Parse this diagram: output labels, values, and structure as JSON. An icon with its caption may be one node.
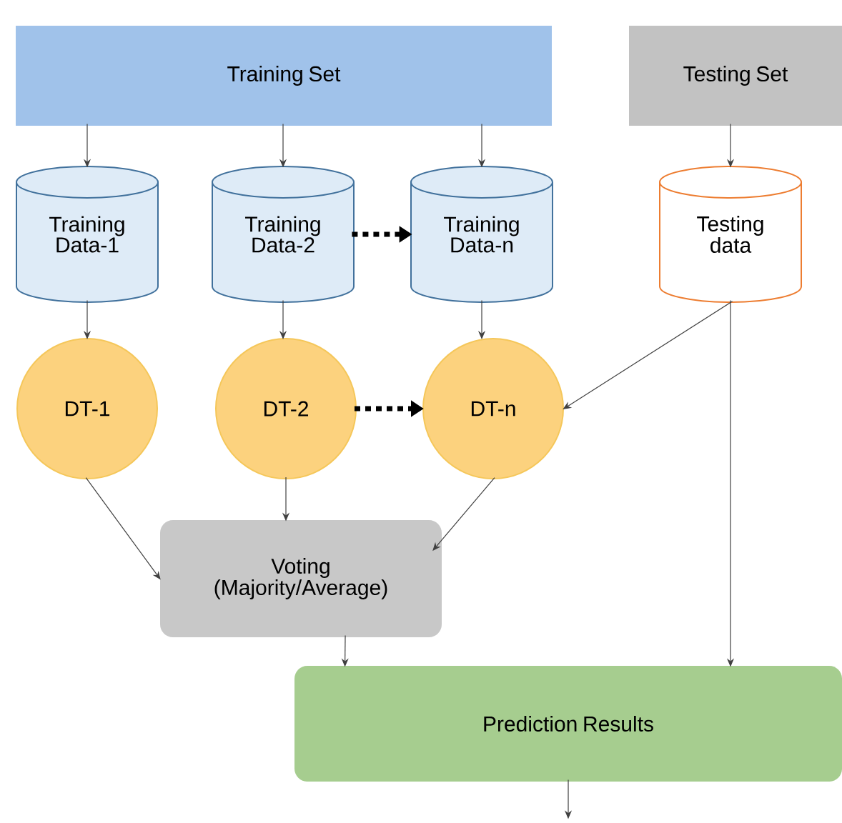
{
  "diagram": {
    "nodes": [
      {
        "text": [
          "Training Set"
        ]
      },
      {
        "text": [
          "Testing Set"
        ]
      },
      {
        "text": [
          "Training Data-1"
        ]
      },
      {
        "text": [
          "Training Data-2"
        ]
      },
      {
        "text": [
          "Training Data-n"
        ]
      },
      {
        "text": [
          "Testing data"
        ]
      },
      {
        "text": [
          "DT-1"
        ]
      },
      {
        "text": [
          "DT-2"
        ]
      },
      {
        "text": [
          "DT-n"
        ]
      },
      {
        "text": [
          "Voting (Majority/Average)"
        ]
      },
      {
        "text": [
          "Prediction Results"
        ]
      }
    ],
    "edges": [
      {
        "from": 0,
        "to": 2,
        "arrow": "to"
      },
      {
        "from": 0,
        "to": 3,
        "arrow": "to"
      },
      {
        "from": 0,
        "to": 4,
        "arrow": "to"
      },
      {
        "from": 1,
        "to": 5,
        "arrow": "to"
      },
      {
        "from": 3,
        "to": 4,
        "arrow": "to",
        "style": "dashed"
      },
      {
        "from": 2,
        "to": 6,
        "arrow": "to"
      },
      {
        "from": 3,
        "to": 7,
        "arrow": "to"
      },
      {
        "from": 4,
        "to": 8,
        "arrow": "to"
      },
      {
        "from": 5,
        "to": 8,
        "arrow": "to"
      },
      {
        "from": 7,
        "to": 8,
        "arrow": "to",
        "style": "dashed"
      },
      {
        "from": 6,
        "to": 9,
        "arrow": "to"
      },
      {
        "from": 7,
        "to": 9,
        "arrow": "to"
      },
      {
        "from": 8,
        "to": 9,
        "arrow": "to"
      },
      {
        "from": 5,
        "to": 10,
        "arrow": "to"
      },
      {
        "from": 9,
        "to": 10,
        "arrow": "to"
      },
      {
        "from": 10,
        "to": null,
        "arrow": "to"
      }
    ]
  }
}
